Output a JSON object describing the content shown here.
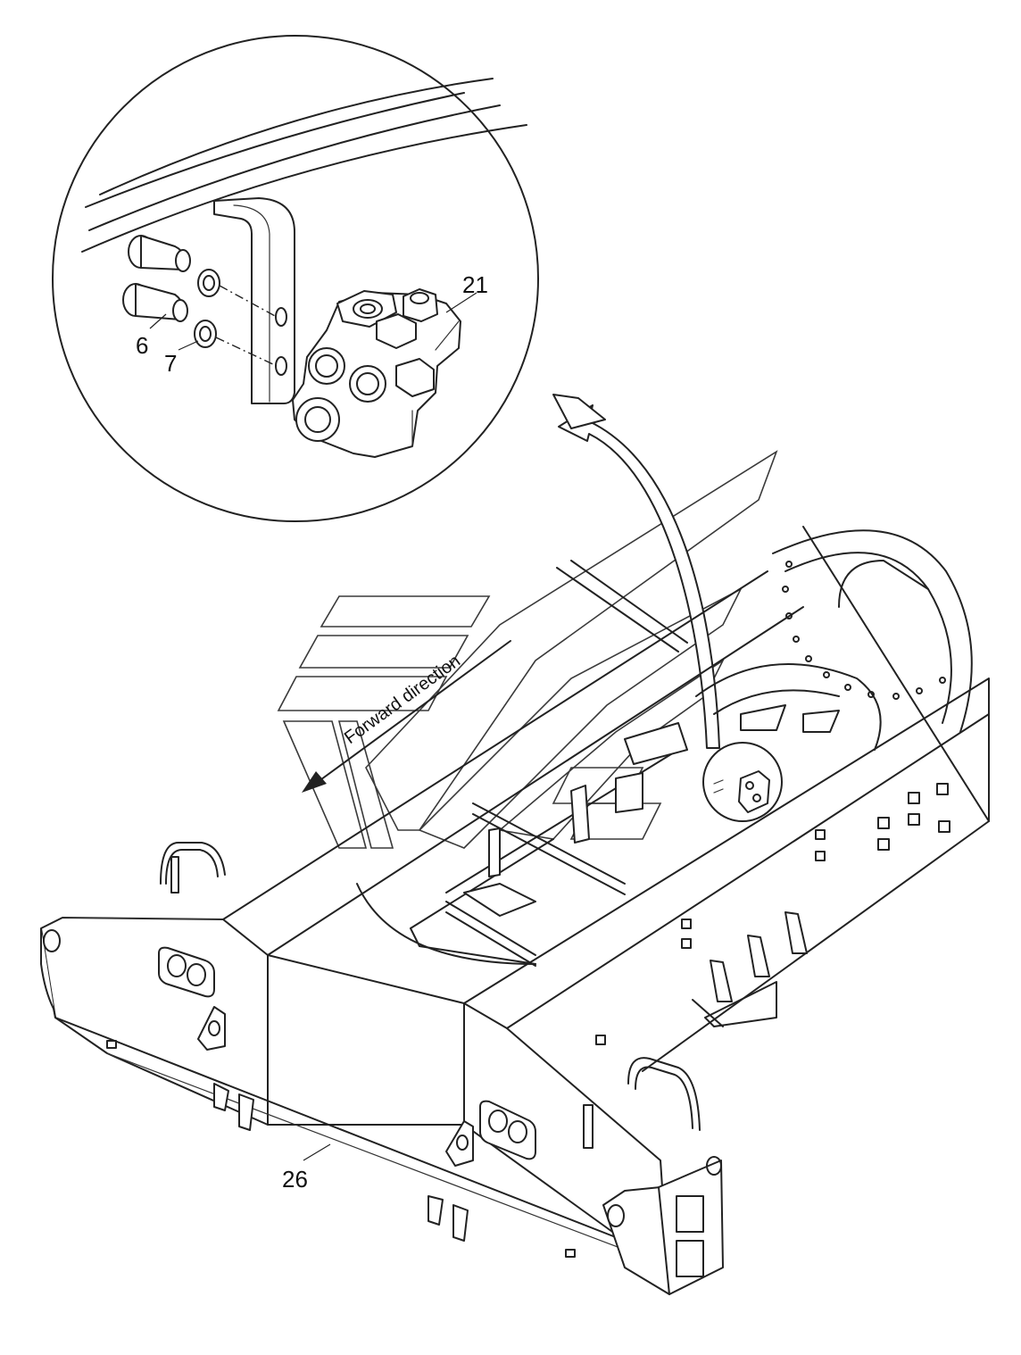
{
  "diagram": {
    "callouts": [
      {
        "id": "c6",
        "label": "6"
      },
      {
        "id": "c7",
        "label": "7"
      },
      {
        "id": "c21",
        "label": "21"
      },
      {
        "id": "c26",
        "label": "26"
      }
    ],
    "direction_label": "Forward direction"
  },
  "colors": {
    "line": "#222222",
    "background": "#ffffff"
  },
  "icons": [
    "forward-arrow-icon",
    "detail-arrow-icon",
    "watermark-logo-icon"
  ]
}
